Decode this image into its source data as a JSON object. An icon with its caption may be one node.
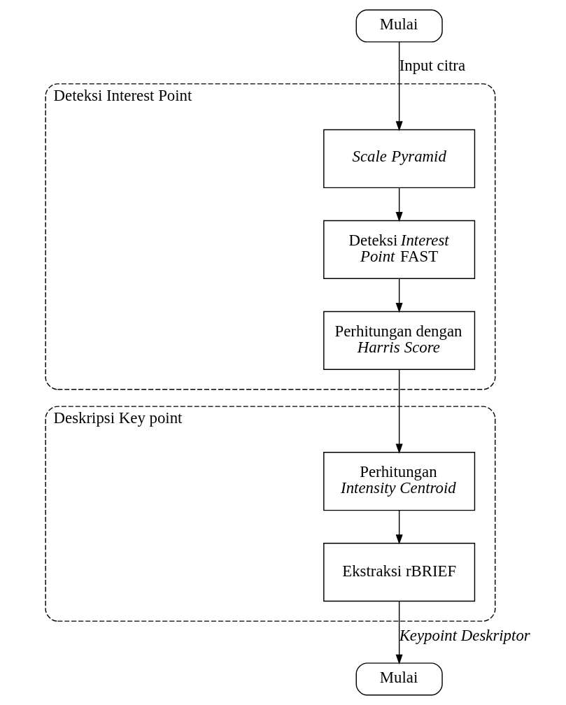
{
  "diagram": {
    "nodes": [
      {
        "text": [
          "Mulai"
        ]
      },
      {
        "text": [
          "Deteksi Interest Point"
        ]
      },
      {
        "text": [
          "Scale Pyramid"
        ],
        "in": 1
      },
      {
        "text": [
          "Deteksi *Interest Point* FAST"
        ],
        "in": 1
      },
      {
        "text": [
          "Perhitungan dengan *Harris Score*"
        ],
        "in": 1
      },
      {
        "text": [
          "Deskripsi Key point"
        ]
      },
      {
        "text": [
          "Perhitungan *Intensity Centroid*"
        ],
        "in": 5
      },
      {
        "text": [
          "Ekstraksi rBRIEF"
        ],
        "in": 5
      },
      {
        "text": [
          "Mulai"
        ]
      }
    ],
    "edges": [
      {
        "from": 0,
        "to": 2,
        "arrow": "to",
        "label": "Input citra"
      },
      {
        "from": 2,
        "to": 3,
        "arrow": "to"
      },
      {
        "from": 3,
        "to": 4,
        "arrow": "to"
      },
      {
        "from": 4,
        "to": 6,
        "arrow": "to"
      },
      {
        "from": 6,
        "to": 7,
        "arrow": "to"
      },
      {
        "from": 7,
        "to": 8,
        "arrow": "to",
        "label": "Keypoint Deskriptor"
      }
    ]
  }
}
